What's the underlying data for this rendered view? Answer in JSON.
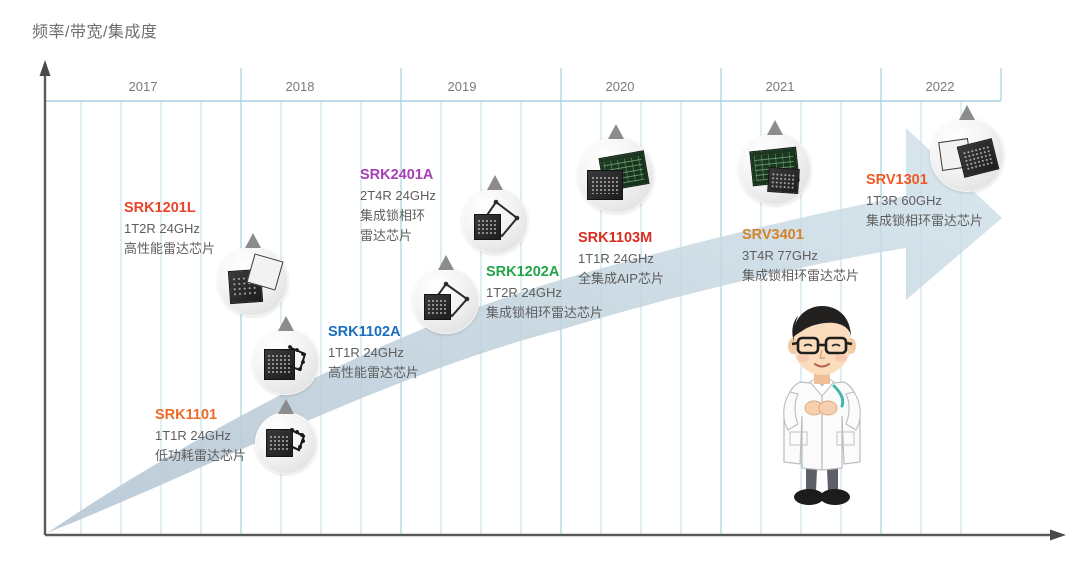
{
  "chart": {
    "title": "频率/带宽/集成度",
    "type": "timeline-roadmap",
    "axis": {
      "y_arrow": true,
      "x_arrow": true,
      "x_label": "",
      "y_label": "频率/带宽/集成度"
    },
    "colors": {
      "grid_line": "#bcdde8",
      "axis": "#5a5a5a",
      "ribbon": "#c4d4e0",
      "year_text": "#7a7a7a",
      "body_text": "#5e5e5e",
      "title_text": "#6e6e6e"
    },
    "years": [
      "2017",
      "2018",
      "2019",
      "2020",
      "2021",
      "2022"
    ],
    "quarters_per_year": 4
  },
  "chart_data": {
    "type": "timeline",
    "title": "频率/带宽/集成度",
    "xlabel": "",
    "ylabel": "频率/带宽/集成度",
    "categories": [
      "2017",
      "2018",
      "2019",
      "2020",
      "2021",
      "2022"
    ],
    "legend_position": "none",
    "grid": true,
    "annotations": [
      {
        "name": "SRK1201L",
        "year": 2017,
        "spec": "1T2R 24GHz",
        "desc": "高性能雷达芯片"
      },
      {
        "name": "SRK1101",
        "year": 2017,
        "spec": "1T1R 24GHz",
        "desc": "低功耗雷达芯片"
      },
      {
        "name": "SRK1102A",
        "year": 2018,
        "spec": "1T1R 24GHz",
        "desc": "高性能雷达芯片"
      },
      {
        "name": "SRK2401A",
        "year": 2019,
        "spec": "2T4R 24GHz",
        "desc": "集成锁相环雷达芯片"
      },
      {
        "name": "SRK1202A",
        "year": 2019,
        "spec": "1T2R 24GHz",
        "desc": "集成锁相环雷达芯片"
      },
      {
        "name": "SRK1103M",
        "year": 2020,
        "spec": "1T1R 24GHz",
        "desc": "全集成AIP芯片"
      },
      {
        "name": "SRV3401",
        "year": 2021,
        "spec": "3T4R 77GHz",
        "desc": "集成锁相环雷达芯片"
      },
      {
        "name": "SRV1301",
        "year": 2022,
        "spec": "1T3R 60GHz",
        "desc": "集成锁相环雷达芯片"
      }
    ]
  },
  "products": [
    {
      "id": "srk1201l",
      "name": "SRK1201L",
      "color": "#e8442a",
      "lines": [
        "1T2R 24GHz",
        "高性能雷达芯片"
      ],
      "bubble_art": "chip-pale-pair"
    },
    {
      "id": "srk1101",
      "name": "SRK1101",
      "color": "#ee6a26",
      "lines": [
        "1T1R 24GHz",
        "低功耗雷达芯片"
      ],
      "bubble_art": "chip-antenna"
    },
    {
      "id": "srk1102a",
      "name": "SRK1102A",
      "color": "#1c6fbe",
      "lines": [
        "1T1R 24GHz",
        "高性能雷达芯片"
      ],
      "bubble_art": "chip-antenna"
    },
    {
      "id": "srk2401a",
      "name": "SRK2401A",
      "color": "#a63fb5",
      "lines": [
        "2T4R 24GHz",
        "集成锁相环",
        "雷达芯片"
      ],
      "bubble_art": "chip-diamond"
    },
    {
      "id": "srk1202a",
      "name": "SRK1202A",
      "color": "#22a447",
      "lines": [
        "1T2R 24GHz",
        "集成锁相环雷达芯片"
      ],
      "bubble_art": "chip-diamond"
    },
    {
      "id": "srk1103m",
      "name": "SRK1103M",
      "color": "#d92d20",
      "lines": [
        "1T1R 24GHz",
        "全集成AIP芯片"
      ],
      "bubble_art": "chip-pcb"
    },
    {
      "id": "srv3401",
      "name": "SRV3401",
      "color": "#d3832b",
      "lines": [
        "3T4R 77GHz",
        "集成锁相环雷达芯片"
      ],
      "bubble_art": "chip-pcb"
    },
    {
      "id": "srv1301",
      "name": "SRV1301",
      "color": "#f05a22",
      "lines": [
        "1T3R 60GHz",
        "集成锁相环雷达芯片"
      ],
      "bubble_art": "chip-pale-pair"
    }
  ],
  "figure": {
    "name": "doctor-mascot",
    "description": "卡通人物"
  }
}
